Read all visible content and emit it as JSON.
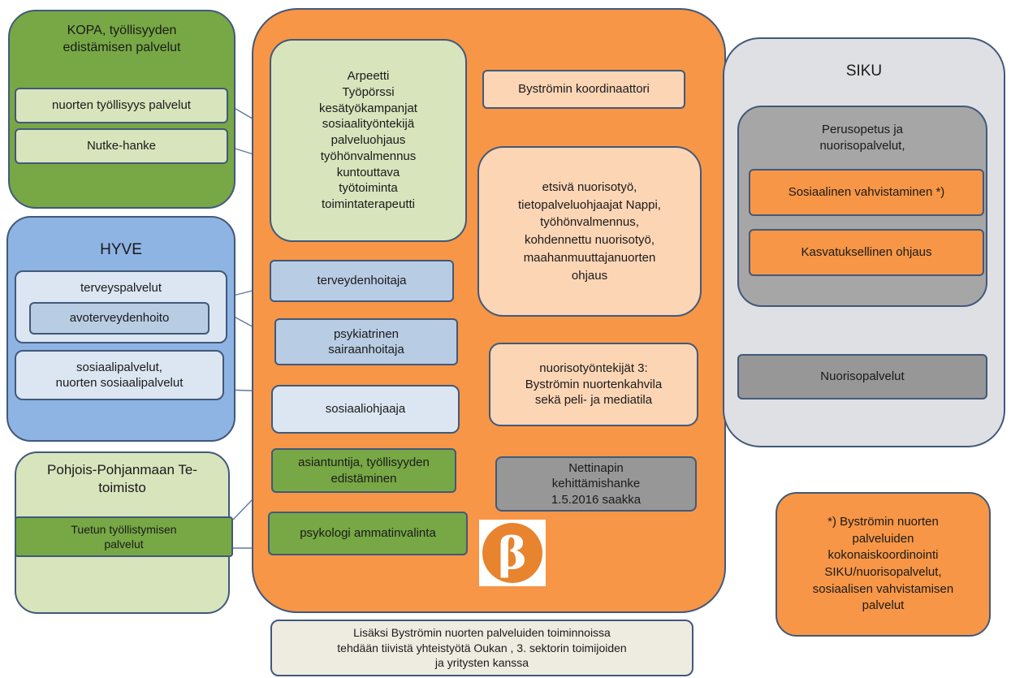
{
  "groups": {
    "kopa": {
      "title": "KOPA, työllisyyden\nedistämisen palvelut",
      "items": [
        "nuorten työllisyys palvelut",
        "Nutke-hanke"
      ]
    },
    "hyve": {
      "title": "HYVE",
      "terveyspalvelut": "terveyspalvelut",
      "avoterveydenhoito": "avoterveydenhoito",
      "sosiaalipalvelut": "sosiaalipalvelut,\nnuorten sosiaalipalvelut"
    },
    "te": {
      "title": "Pohjois-Pohjanmaan Te-\ntoimisto",
      "item": "Tuetun työllistymisen\npalvelut"
    },
    "siku": {
      "title": "SIKU",
      "perusopetus": "Perusopetus ja\nnuorisopalvelut,",
      "sosiaalinen": "Sosiaalinen vahvistaminen *)",
      "kasvatuksellinen": "Kasvatuksellinen ohjaus",
      "nuorisopalvelut": "Nuorisopalvelut"
    }
  },
  "center": {
    "arpeetti": "Arpeetti\nTyöpörssi\nkesätyökampanjat\nsosiaalityöntekijä\npalveluohjaus\ntyöhönvalmennus\nkuntouttava\ntyötoiminta\ntoimintaterapeutti",
    "koordinaattori": "Byströmin koordinaattori",
    "etsiva": "etsivä nuorisotyö,\ntietopalveluohjaajat Nappi,\ntyöhönvalmennus,\nkohdennettu nuorisotyö,\nmaahanmuuttajanuorten\nohjaus",
    "terveydenhoitaja": "terveydenhoitaja",
    "psykiatrinen": "psykiatrinen\nsairaanhoitaja",
    "nuorisotyontekijat": "nuorisotyöntekijät 3:\nByströmin nuortenkahvila\nsekä peli- ja mediatila",
    "sosiaaliohjaaja": "sosiaaliohjaaja",
    "asiantuntija": "asiantuntija, työllisyyden\nedistäminen",
    "nettinappi": "Nettinapin\nkehittämishanke\n1.5.2016 saakka",
    "psykologi": "psykologi ammatinvalinta"
  },
  "logo": {
    "glyph": "β",
    "color": "#e8832e"
  },
  "footnote": "*) Byströmin nuorten\npalveluiden\nkokonaiskoordinointi\nSIKU/nuorisopalvelut,\nsosiaalisen vahvistamisen\npalvelut",
  "bottom_note": "Lisäksi Byströmin nuorten palveluiden toiminnoissa\ntehdään tiivistä yhteistyötä Oukan , 3. sektorin toimijoiden\nja yritysten kanssa",
  "colors": {
    "center_orange": "#f79646",
    "kopa_green": "#77a845",
    "hyve_blue": "#8eb4e3",
    "te_green_light": "#d8e4bc",
    "siku_grey": "#dfe0e3",
    "connector": "#5b7aa3"
  }
}
